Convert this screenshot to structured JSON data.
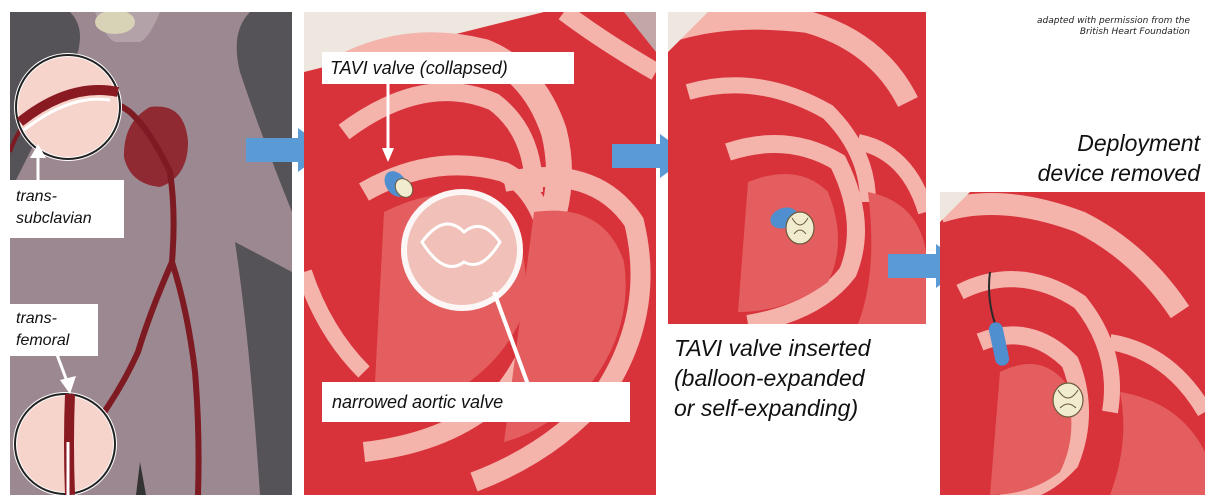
{
  "credit": {
    "line1": "adapted with permission from the",
    "line2": "British Heart Foundation"
  },
  "panel1": {
    "label_subclavian_line1": "trans-",
    "label_subclavian_line2": "subclavian",
    "label_femoral_line1": "trans-",
    "label_femoral_line2": "femoral"
  },
  "panel2": {
    "label_collapsed": "TAVI valve (collapsed)",
    "label_narrowed": "narrowed aortic valve"
  },
  "panel3": {
    "caption_line1": "TAVI valve inserted",
    "caption_line2": "(balloon-expanded",
    "caption_line3": "or self-expanding)"
  },
  "panel4": {
    "caption_line1": "Deployment",
    "caption_line2": "device removed"
  },
  "colors": {
    "body_bg": "#9c8890",
    "artery": "#7d1a22",
    "heart_dark": "#d8323a",
    "heart_mid": "#e45e5f",
    "heart_light": "#f4b3ab",
    "arrow": "#5b9bd5",
    "valve_blue": "#4f8fd0",
    "stent_cream": "#f1ecd0"
  }
}
